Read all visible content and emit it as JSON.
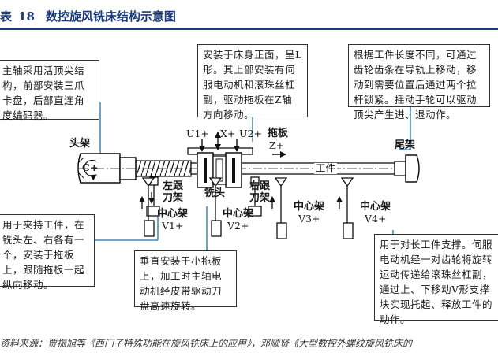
{
  "header": {
    "prefix": "表",
    "number": "18",
    "title": "数控旋风铣床结构示意图"
  },
  "notes": {
    "spindle": "主轴采用活顶尖结构，前部安装三爪卡盘，后部直连角度编码器。",
    "bed": "安装于床身正面，呈L形。其上部安装有伺服电动机和滚珠丝杠副，驱动拖板在Z轴方向移动。",
    "tailstock": "根据工件长度不同，可通过齿轮齿条在导轨上移动，移动到需要位置后通过两个拉杆锁紧。摇动手轮可以驱动顶尖产生进、退动作。",
    "steady": "用于夹持工件，在铣头左、右各有一个，安装于拖板上，跟随拖板一起纵向移动。",
    "millhead": "垂直安装于小拖板上，加工时主轴电动机经皮带驱动刀盘高速旋转。",
    "center": "用于对长工件支撑。伺服电动机经一对齿轮将旋转运动传递给滚珠丝杠副，通过上、下移动V形支撑块实现托起、释放工件的动作。"
  },
  "labels": {
    "headstock": "头架",
    "c_axis": "C+",
    "u1": "U1+",
    "x": "X+",
    "u2": "U2+",
    "carriage": "拖板",
    "z": "Z+",
    "tailstock": "尾架",
    "workpiece": "工件",
    "left_rest_1": "左跟",
    "left_rest_2": "刀架",
    "right_rest_1": "右跟",
    "right_rest_2": "刀架",
    "millhead": "铣头",
    "center_rest": "中心架",
    "v1": "V1+",
    "v2": "V2+",
    "v3": "V3+",
    "v4": "V4+"
  },
  "source": "资料来源：贾振旭等《西门子特殊功能在旋风铣床上的应用》，邓顺贤《大型数控外螺纹旋风铣床的"
}
